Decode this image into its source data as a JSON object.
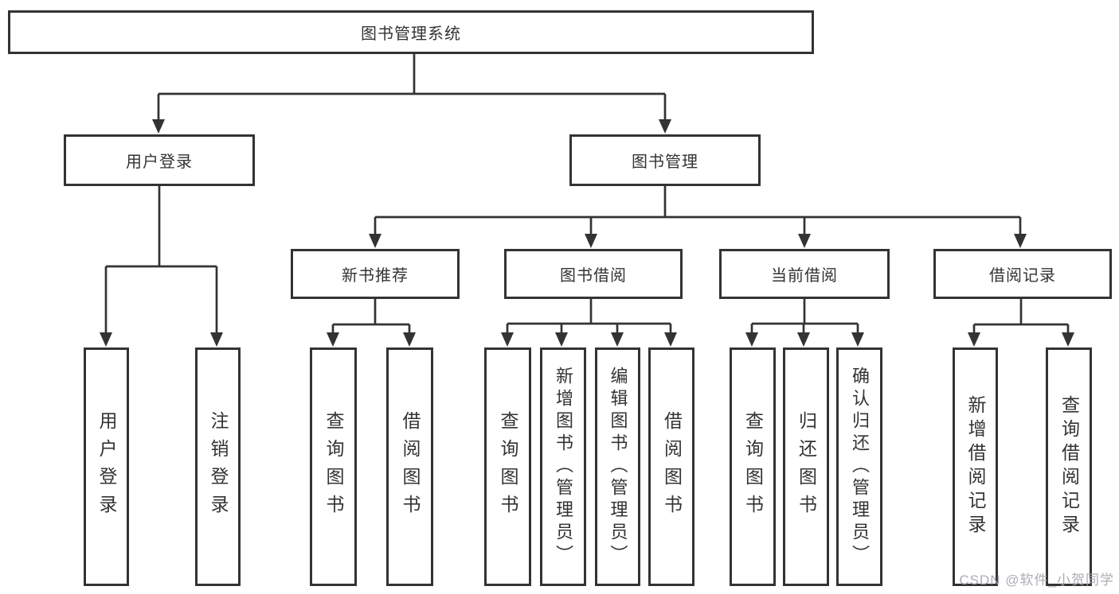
{
  "tree": {
    "label": "图书管理系统",
    "children": [
      {
        "label": "用户登录",
        "children": [
          {
            "label": "用户登录"
          },
          {
            "label": "注销登录"
          }
        ]
      },
      {
        "label": "图书管理",
        "children": [
          {
            "label": "新书推荐",
            "children": [
              {
                "label": "查询图书"
              },
              {
                "label": "借阅图书"
              }
            ]
          },
          {
            "label": "图书借阅",
            "children": [
              {
                "label": "查询图书"
              },
              {
                "label": "新增图书（管理员）"
              },
              {
                "label": "编辑图书（管理员）"
              },
              {
                "label": "借阅图书"
              }
            ]
          },
          {
            "label": "当前借阅",
            "children": [
              {
                "label": "查询图书"
              },
              {
                "label": "归还图书"
              },
              {
                "label": "确认归还（管理员）"
              }
            ]
          },
          {
            "label": "借阅记录",
            "children": [
              {
                "label": "新增借阅记录"
              },
              {
                "label": "查询借阅记录"
              }
            ]
          }
        ]
      }
    ]
  },
  "watermark": {
    "text": "CSDN @软件_小贺同学"
  },
  "colors": {
    "line": "#333333",
    "box_border": "#333333",
    "text": "#333333",
    "background": "#ffffff",
    "watermark": "#a8a8b0"
  }
}
